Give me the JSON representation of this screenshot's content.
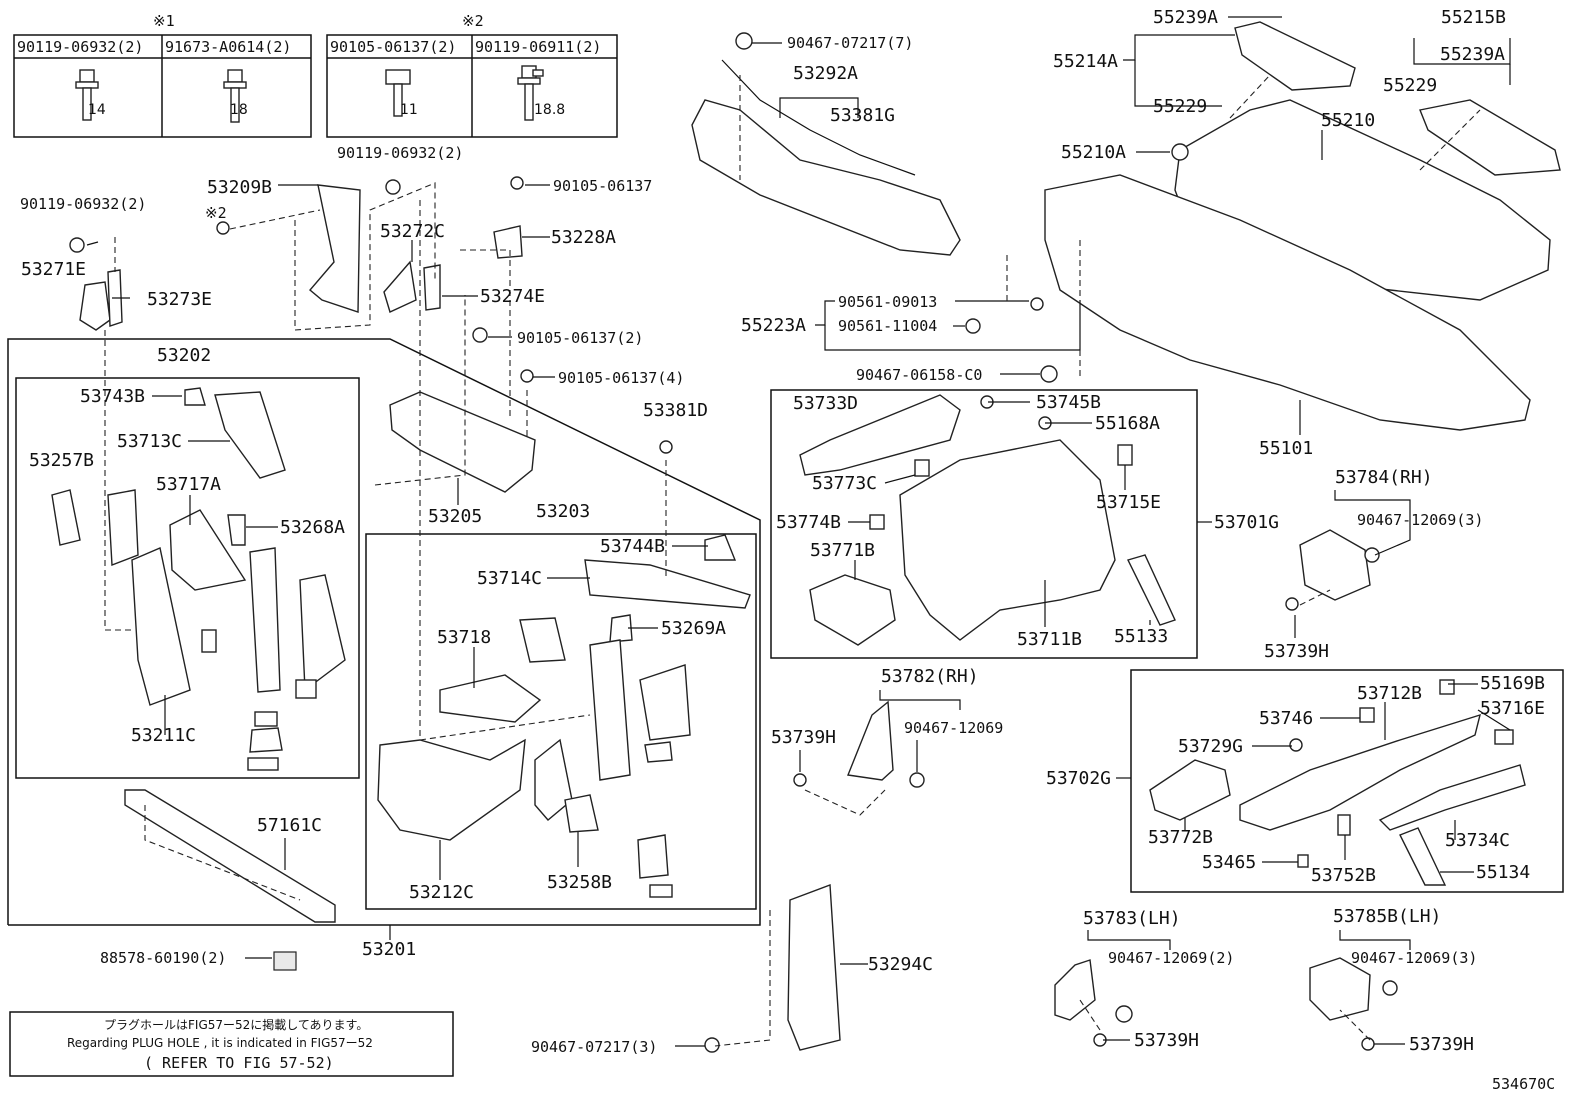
{
  "spec_tables": [
    {
      "mark": "※1",
      "cols": [
        {
          "part": "90119-06932(2)",
          "dim": "14"
        },
        {
          "part": "91673-A0614(2)",
          "dim": "18"
        }
      ]
    },
    {
      "mark": "※2",
      "cols": [
        {
          "part": "90105-06137(2)",
          "dim": "11"
        },
        {
          "part": "90119-06911(2)",
          "dim": "18.8"
        }
      ]
    }
  ],
  "callouts": {
    "c01": "90119-06932(2)",
    "c02": "53209B",
    "c03": "90119-06932(2)",
    "c04": "※2",
    "c05": "53271E",
    "c06": "53273E",
    "c07": "53272C",
    "c08": "90105-06137",
    "c09": "53228A",
    "c10": "53274E",
    "c11": "90105-06137(2)",
    "c12": "90105-06137(4)",
    "c13": "53202",
    "c14": "53743B",
    "c15": "53713C",
    "c16": "53257B",
    "c17": "53717A",
    "c18": "53268A",
    "c19": "53211C",
    "c20": "53205",
    "c21": "53203",
    "c22": "53381D",
    "c23": "53744B",
    "c24": "53714C",
    "c25": "53718",
    "c26": "53269A",
    "c27": "53212C",
    "c28": "53258B",
    "c29": "57161C",
    "c30": "53201",
    "c31": "88578-60190(2)",
    "c32": "90467-07217(7)",
    "c33": "53292A",
    "c34": "53381G",
    "c35": "55239A",
    "c36": "55214A",
    "c37": "55229",
    "c38": "55215B",
    "c39": "55239A",
    "c40": "55229",
    "c41": "55210",
    "c42": "55210A",
    "c43": "90561-09013",
    "c44": "55223A",
    "c45": "90561-11004",
    "c46": "90467-06158-C0",
    "c47": "55101",
    "c48": "53733D",
    "c49": "53745B",
    "c50": "55168A",
    "c51": "53773C",
    "c52": "53715E",
    "c53": "53774B",
    "c54": "53701G",
    "c55": "53771B",
    "c56": "53711B",
    "c57": "55133",
    "c58": "53784(RH)",
    "c59": "90467-12069(3)",
    "c60": "53739H",
    "c61": "53782(RH)",
    "c62": "90467-12069",
    "c63": "53739H",
    "c64": "53712B",
    "c65": "55169B",
    "c66": "53746",
    "c67": "53716E",
    "c68": "53729G",
    "c69": "53702G",
    "c70": "53772B",
    "c71": "53734C",
    "c72": "53465",
    "c73": "53752B",
    "c74": "55134",
    "c75": "53783(LH)",
    "c76": "90467-12069(2)",
    "c77": "53739H",
    "c78": "53785B(LH)",
    "c79": "90467-12069(3)",
    "c80": "53739H",
    "c81": "53294C",
    "c82": "90467-07217(3)"
  },
  "note": {
    "jp": "プラグホールはFIG57ー52に掲載してあります。",
    "en": "Regarding PLUG HOLE , it is indicated in FIG57ー52",
    "ref": "( REFER TO FIG 57-52)"
  },
  "figure_code": "534670C"
}
